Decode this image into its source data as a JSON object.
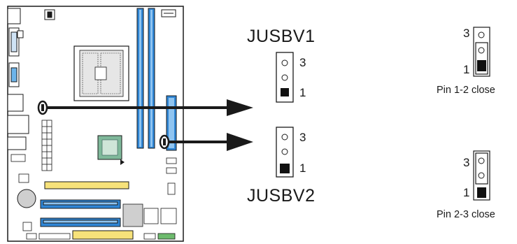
{
  "jusbv1": {
    "title": "JUSBV1",
    "pin_top": "3",
    "pin_bottom": "1"
  },
  "jusbv2": {
    "title": "JUSBV2",
    "pin_top": "3",
    "pin_bottom": "1"
  },
  "setting_a": {
    "pin_top": "3",
    "pin_bottom": "1",
    "caption": "Pin 1-2 close"
  },
  "setting_b": {
    "pin_top": "3",
    "pin_bottom": "1",
    "caption": "Pin 2-3 close"
  },
  "colors": {
    "line": "#1a1a1a",
    "dimm": "#2f86d6",
    "dimm_light": "#8fc4f0",
    "pcie": "#2f86d6",
    "pci_yellow": "#f7e27a",
    "chipset": "#7fb89a",
    "jumper_cap": "#111111"
  }
}
